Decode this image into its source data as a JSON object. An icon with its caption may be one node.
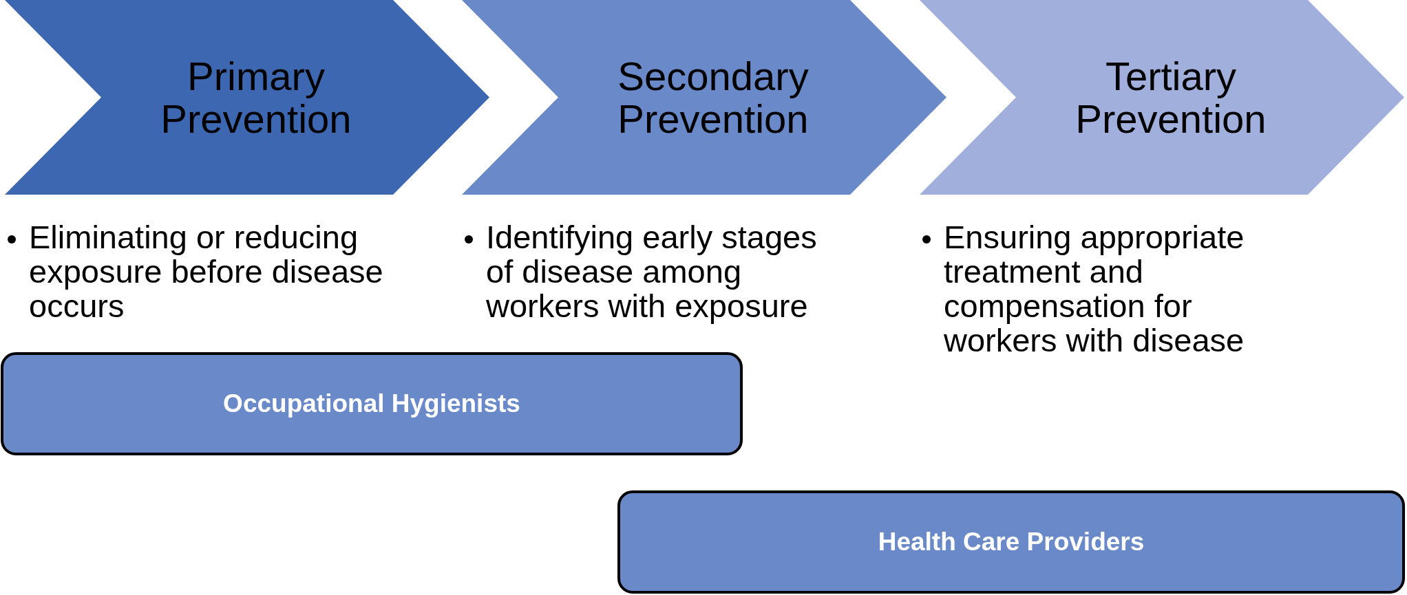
{
  "diagram": {
    "nodes": [
      {
        "text": [
          "Primary Prevention"
        ],
        "beside": [
          "Eliminating or reducing exposure before disease occurs"
        ]
      },
      {
        "text": [
          "Secondary Prevention"
        ],
        "beside": [
          "Identifying early stages of disease among workers with exposure"
        ]
      },
      {
        "text": [
          "Tertiary Prevention"
        ],
        "beside": [
          "Ensuring appropriate treatment and compensation for workers with disease"
        ]
      },
      {
        "text": [
          "Occupational Hygienists"
        ]
      },
      {
        "text": [
          "Health Care Providers"
        ]
      }
    ]
  }
}
